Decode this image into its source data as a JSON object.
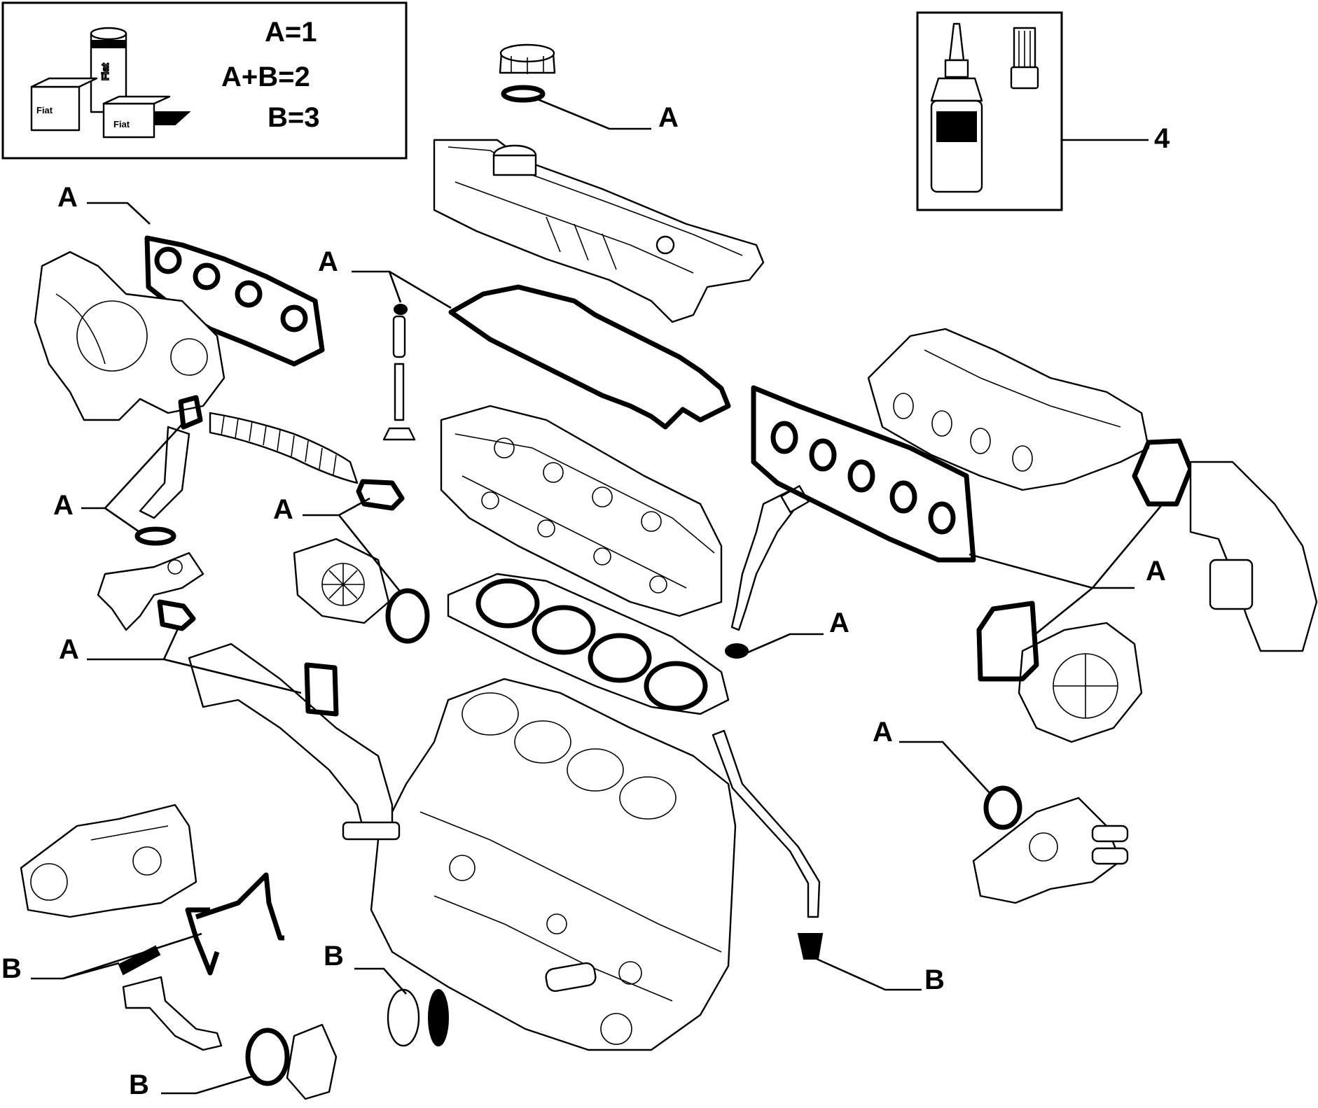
{
  "legend": {
    "lines": [
      "A=1",
      "A+B=2",
      "B=3"
    ],
    "kit_icon_text": [
      "Fiat",
      "Fiat",
      "Fiat"
    ]
  },
  "sealant_box": {
    "callout": "4"
  },
  "callouts": {
    "A_top": "A",
    "A_exhaust": "A",
    "A_valve": "A",
    "A_turbo_pipe": "A",
    "A_water_pump": "A",
    "A_egr_pipe": "A",
    "A_injector": "A",
    "A_intake": "A",
    "A_thermostat": "A",
    "B_oil_pump": "B",
    "B_plug": "B",
    "B_sump": "B",
    "B_rear": "B"
  },
  "colors": {
    "ink": "#000000",
    "paper": "#ffffff"
  }
}
